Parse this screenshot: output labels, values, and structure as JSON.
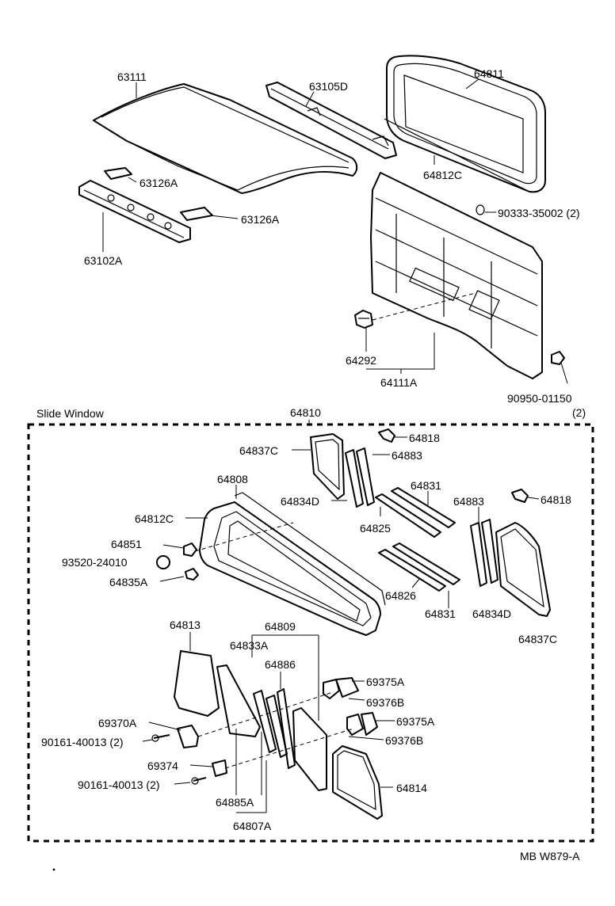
{
  "section_title": "Slide Window",
  "footer_code": "MB  W879-A",
  "labels": {
    "p63111": "63111",
    "p63105D": "63105D",
    "p64811": "64811",
    "p63126A_1": "63126A",
    "p63126A_2": "63126A",
    "p63102A": "63102A",
    "p64812C_top": "64812C",
    "p90333": "90333-35002 (2)",
    "p64292": "64292",
    "p64111A": "64111A",
    "p90950": "90950-01150",
    "p90950_qty": "(2)",
    "p64810": "64810",
    "p64818_1": "64818",
    "p64837C_1": "64837C",
    "p64883_1": "64883",
    "p64808": "64808",
    "p64831_1": "64831",
    "p64834D_1": "64834D",
    "p64883_2": "64883",
    "p64818_2": "64818",
    "p64812C": "64812C",
    "p64825": "64825",
    "p64851": "64851",
    "p93520": "93520-24010",
    "p64835A": "64835A",
    "p64826": "64826",
    "p64831_2": "64831",
    "p64834D_2": "64834D",
    "p64837C_2": "64837C",
    "p64813": "64813",
    "p64809": "64809",
    "p64833A": "64833A",
    "p64886": "64886",
    "p69375A_1": "69375A",
    "p69376B_1": "69376B",
    "p69370A": "69370A",
    "p69375A_2": "69375A",
    "p90161_1": "90161-40013 (2)",
    "p69376B_2": "69376B",
    "p69374": "69374",
    "p64814": "64814",
    "p90161_2": "90161-40013 (2)",
    "p64885A": "64885A",
    "p64807A": "64807A"
  }
}
